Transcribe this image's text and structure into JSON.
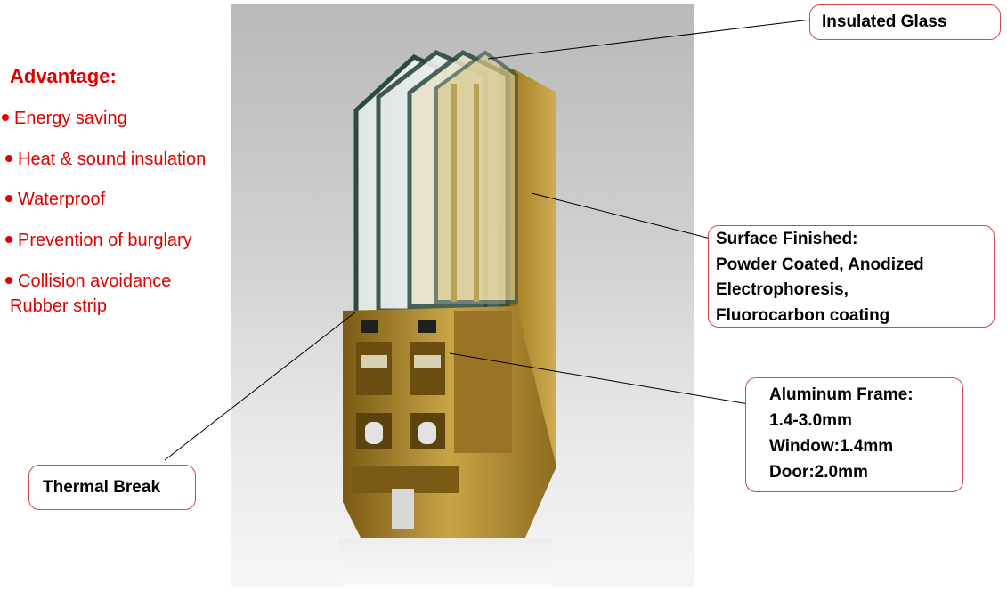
{
  "advantages": {
    "title": "Advantage:",
    "items": [
      "Energy saving",
      "Heat & sound insulation",
      "Waterproof",
      "Prevention of burglary",
      "Collision avoidance"
    ],
    "item_continuation": "Rubber strip"
  },
  "callouts": {
    "insulated_glass": "Insulated Glass",
    "surface": {
      "title": "Surface Finished:",
      "lines": [
        "Powder Coated, Anodized",
        "Electrophoresis,",
        "Fluorocarbon coating"
      ]
    },
    "frame": {
      "title": "Aluminum Frame:",
      "lines": [
        "1.4-3.0mm",
        "Window:1.4mm",
        "Door:2.0mm"
      ]
    },
    "thermal_break": "Thermal Break"
  },
  "colors": {
    "advantage_text": "#e00000",
    "callout_border": "#d14a4a",
    "aluminum_gold": "#b08a2c",
    "glass_edge": "#2c4a3e"
  }
}
